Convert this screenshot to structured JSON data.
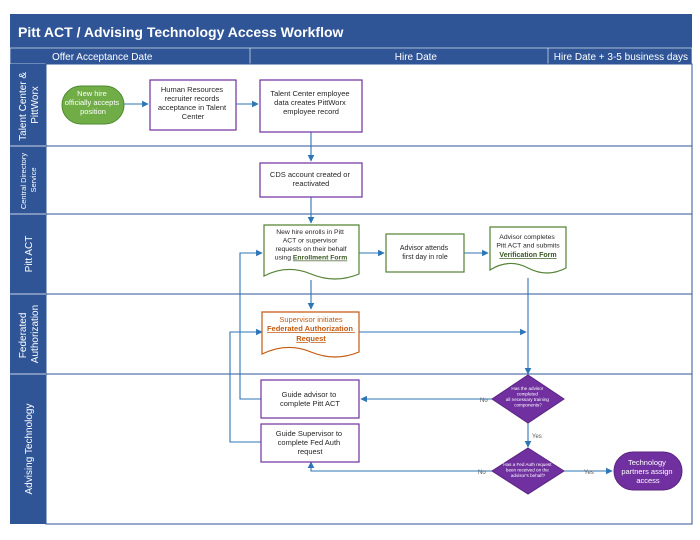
{
  "title": "Pitt ACT / Advising Technology Access Workflow",
  "phases": [
    "Offer Acceptance Date",
    "Hire Date",
    "Hire Date + 3-5 business days"
  ],
  "lanes": [
    [
      "Talent Center &",
      "PittWorx"
    ],
    [
      "Central Directory",
      "Service"
    ],
    [
      "Pitt ACT"
    ],
    [
      "Federated",
      "Authorization"
    ],
    [
      "Advising Technology"
    ]
  ],
  "nodes": {
    "start": [
      "New hire",
      "officially accepts",
      "position"
    ],
    "hr_record": [
      "Human Resources",
      "recruiter records",
      "acceptance in Talent",
      "Center"
    ],
    "pittworx_record": [
      "Talent Center employee",
      "data creates PittWorx",
      "employee record"
    ],
    "cds_account": [
      "CDS account created or",
      "reactivated"
    ],
    "enroll": [
      "New hire enrolls in Pitt",
      "ACT or supervisor",
      "requests on their behalf",
      "using"
    ],
    "enroll_link": "Enrollment Form",
    "attend": [
      "Advisor attends",
      "first day in role"
    ],
    "complete": [
      "Advisor completes",
      "Pitt ACT and submits"
    ],
    "complete_link": "Verification Form",
    "fed_auth": [
      "Supervisor initiates"
    ],
    "fed_auth_link": [
      "Federated Authorization",
      "Request"
    ],
    "guide_act": [
      "Guide advisor to",
      "complete Pitt ACT"
    ],
    "guide_fed": [
      "Guide Supervisor to",
      "complete Fed Auth",
      "request"
    ],
    "decision1": [
      "Has the advisor",
      "completed",
      "all necessary training",
      "components?"
    ],
    "decision2": [
      "Has a Fed Auth request",
      "been received on the",
      "advisor's behalf?"
    ],
    "end": [
      "Technology",
      "partners assign",
      "access"
    ]
  },
  "edge_labels": {
    "no1": "No",
    "yes1": "Yes",
    "no2": "No",
    "yes2": "Yes"
  },
  "colors": {
    "band": "#2f5597",
    "lane_border": "#2f5597",
    "process_border": "#7030a0",
    "document_border": "#548235",
    "orange": "#c55a11",
    "green_fill": "#70ad47",
    "green_border": "#4e8a2f",
    "purple_fill": "#7030a0",
    "arrow": "#2e75b6"
  }
}
